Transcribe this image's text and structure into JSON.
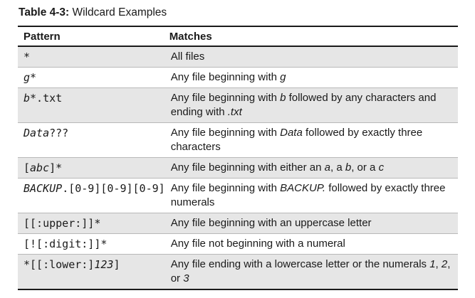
{
  "caption": {
    "label": "Table 4-3:",
    "title": " Wildcard Examples"
  },
  "table": {
    "headers": [
      "Pattern",
      "Matches"
    ],
    "rows": [
      {
        "pattern": [
          {
            "t": "*"
          }
        ],
        "match": [
          {
            "t": "All files"
          }
        ]
      },
      {
        "pattern": [
          {
            "t": "g",
            "i": true
          },
          {
            "t": "*"
          }
        ],
        "match": [
          {
            "t": "Any file beginning with "
          },
          {
            "t": "g",
            "i": true
          }
        ]
      },
      {
        "pattern": [
          {
            "t": "b",
            "i": true
          },
          {
            "t": "*.txt"
          }
        ],
        "match": [
          {
            "t": "Any file beginning with "
          },
          {
            "t": "b",
            "i": true
          },
          {
            "t": " followed by any characters and ending with "
          },
          {
            "t": ".txt",
            "i": true
          }
        ]
      },
      {
        "pattern": [
          {
            "t": "Data",
            "i": true
          },
          {
            "t": "???"
          }
        ],
        "match": [
          {
            "t": "Any file beginning with "
          },
          {
            "t": "Data",
            "i": true
          },
          {
            "t": " followed by exactly three characters"
          }
        ]
      },
      {
        "pattern": [
          {
            "t": "["
          },
          {
            "t": "abc",
            "i": true
          },
          {
            "t": "]*"
          }
        ],
        "match": [
          {
            "t": "Any file beginning with either an "
          },
          {
            "t": "a",
            "i": true
          },
          {
            "t": ", a "
          },
          {
            "t": "b",
            "i": true
          },
          {
            "t": ", or a "
          },
          {
            "t": "c",
            "i": true
          }
        ]
      },
      {
        "pattern": [
          {
            "t": "BACKUP",
            "i": true
          },
          {
            "t": ".[0-9][0-9][0-9]"
          }
        ],
        "match": [
          {
            "t": "Any file beginning with "
          },
          {
            "t": "BACKUP.",
            "i": true
          },
          {
            "t": " followed by exactly three numerals"
          }
        ]
      },
      {
        "pattern": [
          {
            "t": "[[:upper:]]*"
          }
        ],
        "match": [
          {
            "t": "Any file beginning with an uppercase letter"
          }
        ]
      },
      {
        "pattern": [
          {
            "t": "[![:digit:]]*"
          }
        ],
        "match": [
          {
            "t": "Any file not beginning with a numeral"
          }
        ]
      },
      {
        "pattern": [
          {
            "t": "*[[:lower:]"
          },
          {
            "t": "123",
            "i": true
          },
          {
            "t": "]"
          }
        ],
        "match": [
          {
            "t": "Any file ending with a lowercase letter or the numerals "
          },
          {
            "t": "1",
            "i": true
          },
          {
            "t": ", "
          },
          {
            "t": "2",
            "i": true
          },
          {
            "t": ", or "
          },
          {
            "t": "3",
            "i": true
          }
        ]
      }
    ]
  },
  "colors": {
    "shaded_row": "#e6e6e6",
    "rule": "#1a1a1a",
    "row_divider": "#b8b8b8"
  }
}
